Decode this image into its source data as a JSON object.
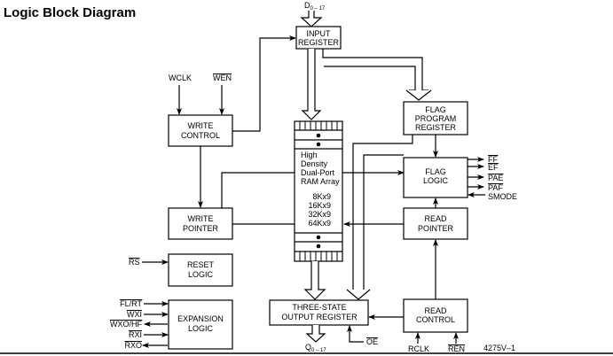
{
  "title": "Logic Block Diagram",
  "blocks": {
    "input_register": [
      "INPUT",
      "REGISTER"
    ],
    "write_control": [
      "WRITE",
      "CONTROL"
    ],
    "write_pointer": [
      "WRITE",
      "POINTER"
    ],
    "reset_logic": [
      "RESET",
      "LOGIC"
    ],
    "expansion_logic": [
      "EXPANSION",
      "LOGIC"
    ],
    "ram_array": [
      "High",
      "Density",
      "Dual-Port",
      "RAM Array"
    ],
    "ram_sizes": [
      "8Kx9",
      "16Kx9",
      "32Kx9",
      "64Kx9"
    ],
    "flag_program_register": [
      "FLAG",
      "PROGRAM",
      "REGISTER"
    ],
    "flag_logic": [
      "FLAG",
      "LOGIC"
    ],
    "read_pointer": [
      "READ",
      "POINTER"
    ],
    "three_state_output_register": [
      "THREE-STATE",
      "OUTPUT REGISTER"
    ],
    "read_control": [
      "READ",
      "CONTROL"
    ]
  },
  "signals": {
    "data_in": "D",
    "data_in_sub": "0 – 17",
    "data_out": "Q",
    "data_out_sub": "0 – 17",
    "wclk": "WCLK",
    "wen": "WEN",
    "rs": "RS",
    "fl_rt": "FL/RT",
    "wxi": "WXI",
    "wxo_hf": "WXO/HF",
    "rxi": "RXI",
    "rxo": "RXO",
    "ff": "FF",
    "ef": "EF",
    "pae": "PAE",
    "paf": "PAF",
    "smode": "SMODE",
    "oe": "OE",
    "rclk": "RCLK",
    "ren": "REN"
  },
  "figure_ref": "4275V–1"
}
